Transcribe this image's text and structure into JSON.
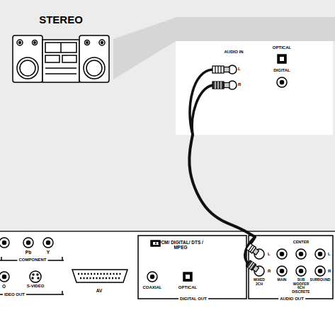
{
  "diagram": {
    "nodes": [
      {
        "text": [
          "STEREO"
        ]
      },
      {
        "text": [
          "AUDIO IN",
          "L",
          "R",
          "OPTICAL",
          "DIGITAL"
        ]
      },
      {
        "text": [
          "Pb",
          "Y",
          "COMPONENT"
        ]
      },
      {
        "text": [
          "O",
          "S-VIDEO",
          "IDEO OUT"
        ]
      },
      {
        "text": [
          "AV"
        ]
      },
      {
        "text": [
          "PCM/ DIGITAL/ DTS / MPEG",
          "COAXIAL",
          "OPTICAL",
          "DIGITAL OUT"
        ]
      },
      {
        "text": [
          "CENTER",
          "L",
          "R",
          "L",
          "R",
          "MIXED 2CH",
          "MAIN",
          "SUB WOOFER 6CH DISCRETE",
          "SURROUND",
          "AUDIO OUT"
        ]
      }
    ],
    "edges": [
      {
        "from": 1,
        "to": 6,
        "arrow": "none"
      }
    ]
  }
}
